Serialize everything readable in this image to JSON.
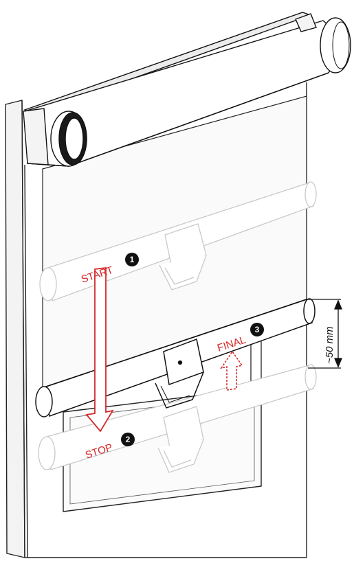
{
  "labels": {
    "start": "START",
    "stop": "STOP",
    "final": "FINAL",
    "dimension": "~50 mm"
  },
  "steps": {
    "start": "1",
    "stop": "2",
    "final": "3"
  },
  "colors": {
    "arrow": "#d62828",
    "label": "#d62828",
    "badge": "#111111",
    "line": "#222222",
    "ghost": "#c9c9c9"
  }
}
